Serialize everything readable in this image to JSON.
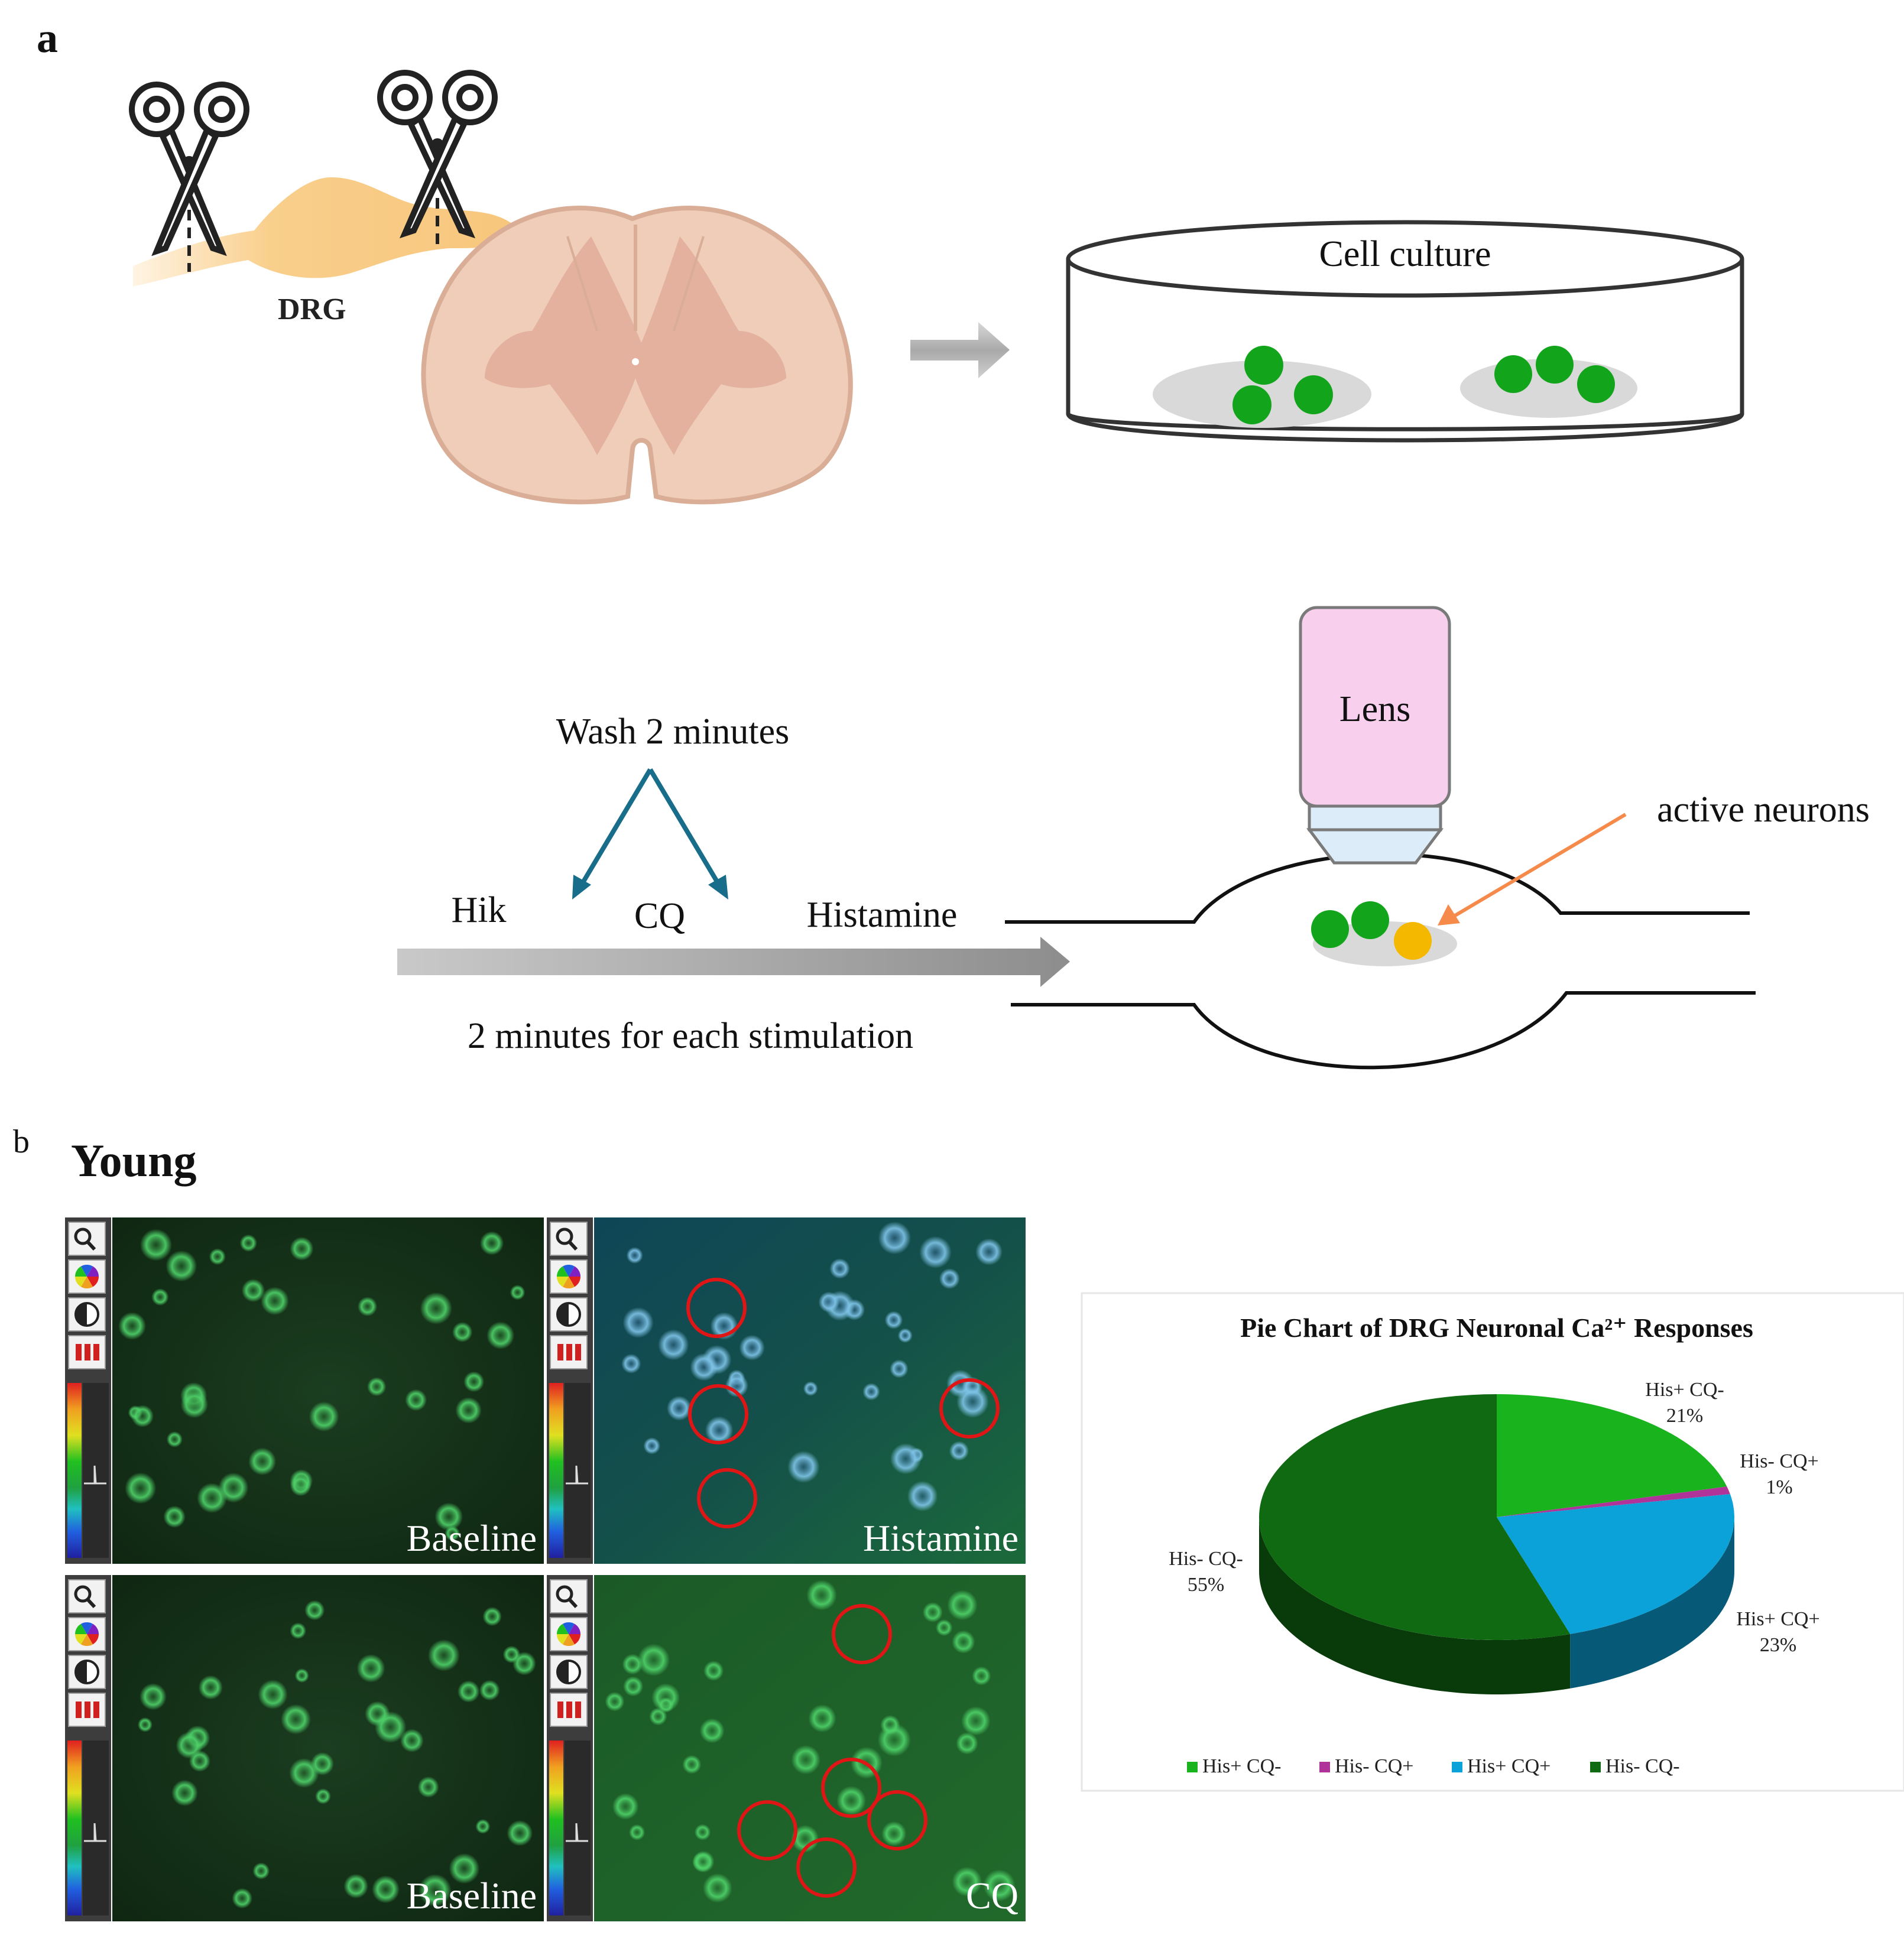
{
  "panel_a": {
    "label": "a",
    "dissection": {
      "drg_label": "DRG"
    },
    "dish": {
      "label": "Cell culture"
    },
    "protocol": {
      "wash_label": "Wash 2 minutes",
      "stimuli": [
        "Hik",
        "CQ",
        "Histamine"
      ],
      "duration_label": "2 minutes for each stimulation"
    },
    "microscope": {
      "lens_label": "Lens",
      "active_label": "active neurons"
    }
  },
  "panel_b": {
    "label": "b",
    "group_title": "Young",
    "images": [
      {
        "caption": "Baseline"
      },
      {
        "caption": "Histamine"
      },
      {
        "caption": "Baseline"
      },
      {
        "caption": "CQ"
      }
    ]
  },
  "colors": {
    "neuron_green": "#12a51c",
    "active_yellow": "#f5b800",
    "tissue_pink": "#efcdb9",
    "drg_orange": "#f9cf8c",
    "lens_pink": "#f8d0ee",
    "arrow_teal": "#176d8a",
    "pointer_orange": "#f58a4b",
    "circle_red": "#e01515"
  },
  "chart_data": {
    "type": "pie",
    "title": "Pie Chart of DRG Neuronal Ca²⁺ Responses",
    "legend_position": "bottom",
    "categories": [
      "His+ CQ-",
      "His- CQ+",
      "His+ CQ+",
      "His- CQ-"
    ],
    "values": [
      21,
      1,
      23,
      55
    ],
    "data_labels": [
      "21%",
      "1%",
      "23%",
      "55%"
    ],
    "colors": [
      "#19b31e",
      "#b0339a",
      "#0aa2d8",
      "#0f6a12"
    ]
  }
}
